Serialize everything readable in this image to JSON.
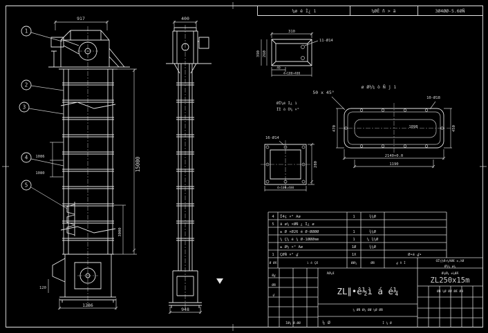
{
  "sheet": {
    "top_strip": {
      "cell1": "¼ø é Ì¿ ì",
      "cell2": "¼ØÊ ñ > ä",
      "cell3": "3Ø4ØØ-5.6ØÑ"
    },
    "balloons": {
      "b1": "1",
      "b2": "2",
      "b3": "3",
      "b4": "4",
      "b5": "5"
    },
    "front": {
      "dim_top": "917",
      "dim_height": "15000",
      "dim_lower": "3000",
      "dim_bottom": "1286",
      "dim_left1": "1086",
      "dim_left2": "1080",
      "dim_chute": "120"
    },
    "side": {
      "dim_top": "400",
      "dim_bottom": "948"
    },
    "detail_a": {
      "holes_label": "11-Ø14",
      "dim_top": "310",
      "dim_left_outer": "390",
      "dim_left_inner": "260",
      "dim_bottom_small": "40",
      "dim_bottom": "4×100=400",
      "note_line1": "ØÏ¼é Ì¿ ì",
      "note_line2": "ÏÌ ò Ò¼ ×°"
    },
    "notes": {
      "chamfer": "50 x 45°",
      "plate_note": "ø Ø½¼ ò Ñ j ì"
    },
    "detail_b": {
      "holes_label": "10-Ø18",
      "dim_inner": "1098",
      "dim_bottom1": "2140+0.0",
      "dim_bottom2": "1190",
      "dim_left": "470",
      "dim_right": "450"
    },
    "detail_c": {
      "holes_label": "16-Ø14",
      "dim_right": "280",
      "dim_bottom": "4×100=400"
    },
    "parts_table": {
      "header": {
        "h1": "Ø ØÃ",
        "h2": "ì é ÇÆ",
        "h3": "ØØ¼",
        "h4": "ØÑ",
        "h5": "ؼ ñ Ì"
      },
      "note1": "ŒÏ¼½Ø×¼ÃØÆ ±,XØ",
      "note2": "Ø½¼ ø¼",
      "rows": [
        {
          "no": "4",
          "name": "Ï4ç ×° Aø",
          "qty": "1",
          "mat": "¾¼Ø",
          "rem": ""
        },
        {
          "no": "5",
          "name": "ä ø¼ ×ØÑ ¿ Ì¿ ø",
          "qty": "",
          "mat": "",
          "rem": ""
        },
        {
          "no": "",
          "name": "± Ø ×Ø26 é Ø-ØØØØ",
          "qty": "1",
          "mat": "¾¼Ø",
          "rem": ""
        },
        {
          "no": "",
          "name": "¼ Ç¼ é ¼ Ø-1ØØØmm",
          "qty": "1",
          "mat": "¼ ¾¼Ø",
          "rem": ""
        },
        {
          "no": "",
          "name": "± Ø½ ×° Aø",
          "qty": "1Ø",
          "mat": "¾¼Ø",
          "rem": ""
        },
        {
          "no": "1",
          "name": "ÇØÑ ×° ؼ",
          "qty": "1X",
          "mat": "",
          "rem": "Ø•é ؼ•"
        }
      ]
    },
    "titleblock": {
      "main_title": "ZL∥•ê½ì á é¼",
      "model": "ZL250x15m",
      "model_note": "Ø¼Ø¼ ±¼ØÆ",
      "left_r1": "Øؼ",
      "left_r2": "ØÑ",
      "left_r3": "ؼ",
      "left_bottom": "ÌØ¼ Ø.ØØ",
      "mid_top": "ÃØ¼Æ",
      "mid_row": "¼ ØÑ Ø¼ ØØ ¼Ø ØÑ",
      "sheet_no": "¼ Ø",
      "mid_bottom": "Ì ¼ Ø",
      "right_row": "ØÑ ¼Ø ØØ ØÆ ØÑ"
    }
  }
}
